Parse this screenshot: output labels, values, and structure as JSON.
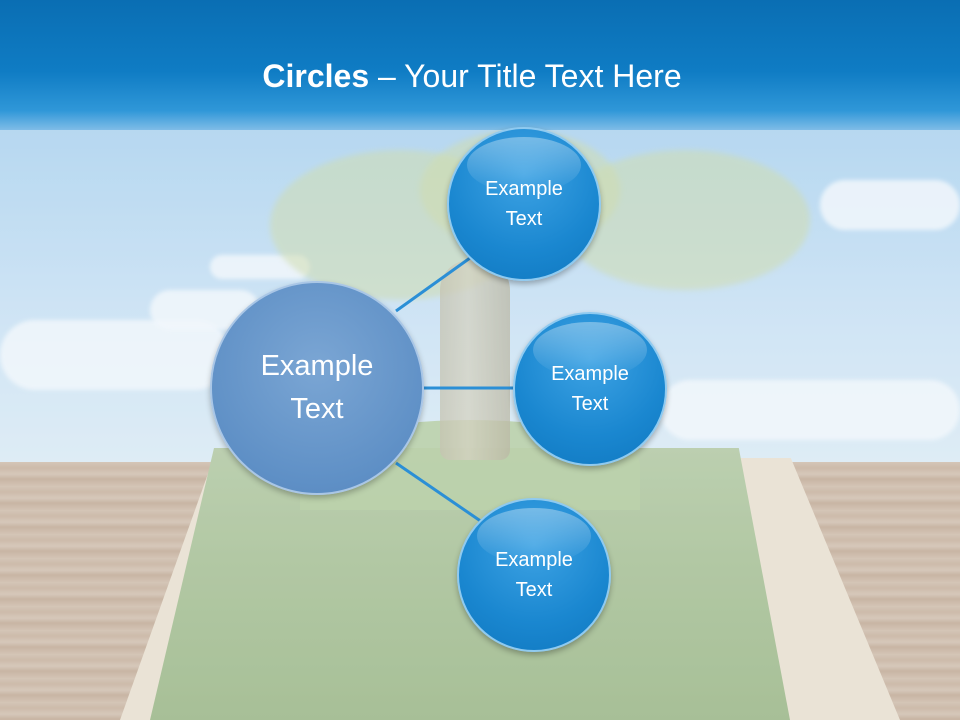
{
  "slide": {
    "title_bold": "Circles",
    "title_rest": " – Your Title Text Here"
  },
  "diagram": {
    "hub": {
      "text": "Example\nText",
      "color": "#6393c8"
    },
    "nodes": [
      {
        "text": "Example\nText",
        "color": "#1a87d0"
      },
      {
        "text": "Example\nText",
        "color": "#1a87d0"
      },
      {
        "text": "Example\nText",
        "color": "#1a87d0"
      }
    ],
    "connector_color": "#2b8fd6",
    "title_bar_color": "#0f7cc4"
  }
}
